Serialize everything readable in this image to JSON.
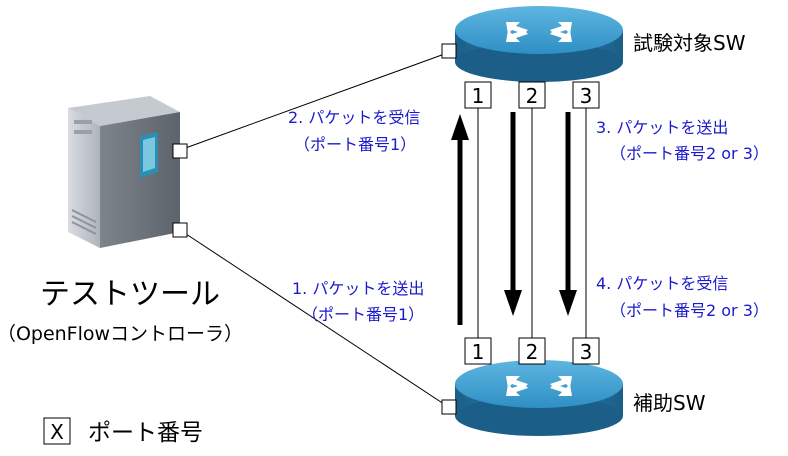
{
  "switches": {
    "target": {
      "label": "試験対象SW",
      "ports": [
        "1",
        "2",
        "3"
      ]
    },
    "aux": {
      "label": "補助SW",
      "ports": [
        "1",
        "2",
        "3"
      ]
    }
  },
  "tool": {
    "label": "テストツール",
    "sublabel": "（OpenFlowコントローラ）"
  },
  "steps": [
    {
      "line1": "1. パケットを送出",
      "line2": "（ポート番号1）"
    },
    {
      "line1": "2. パケットを受信",
      "line2": "（ポート番号1）"
    },
    {
      "line1": "3. パケットを送出",
      "line2": "（ポート番号2 or 3）"
    },
    {
      "line1": "4. パケットを受信",
      "line2": "（ポート番号2 or 3）"
    }
  ],
  "legend": {
    "symbol": "X",
    "label": "ポート番号"
  },
  "colors": {
    "step_text": "#1a1acc",
    "router_top": "#2f93c9",
    "router_side": "#1f6f9c"
  }
}
